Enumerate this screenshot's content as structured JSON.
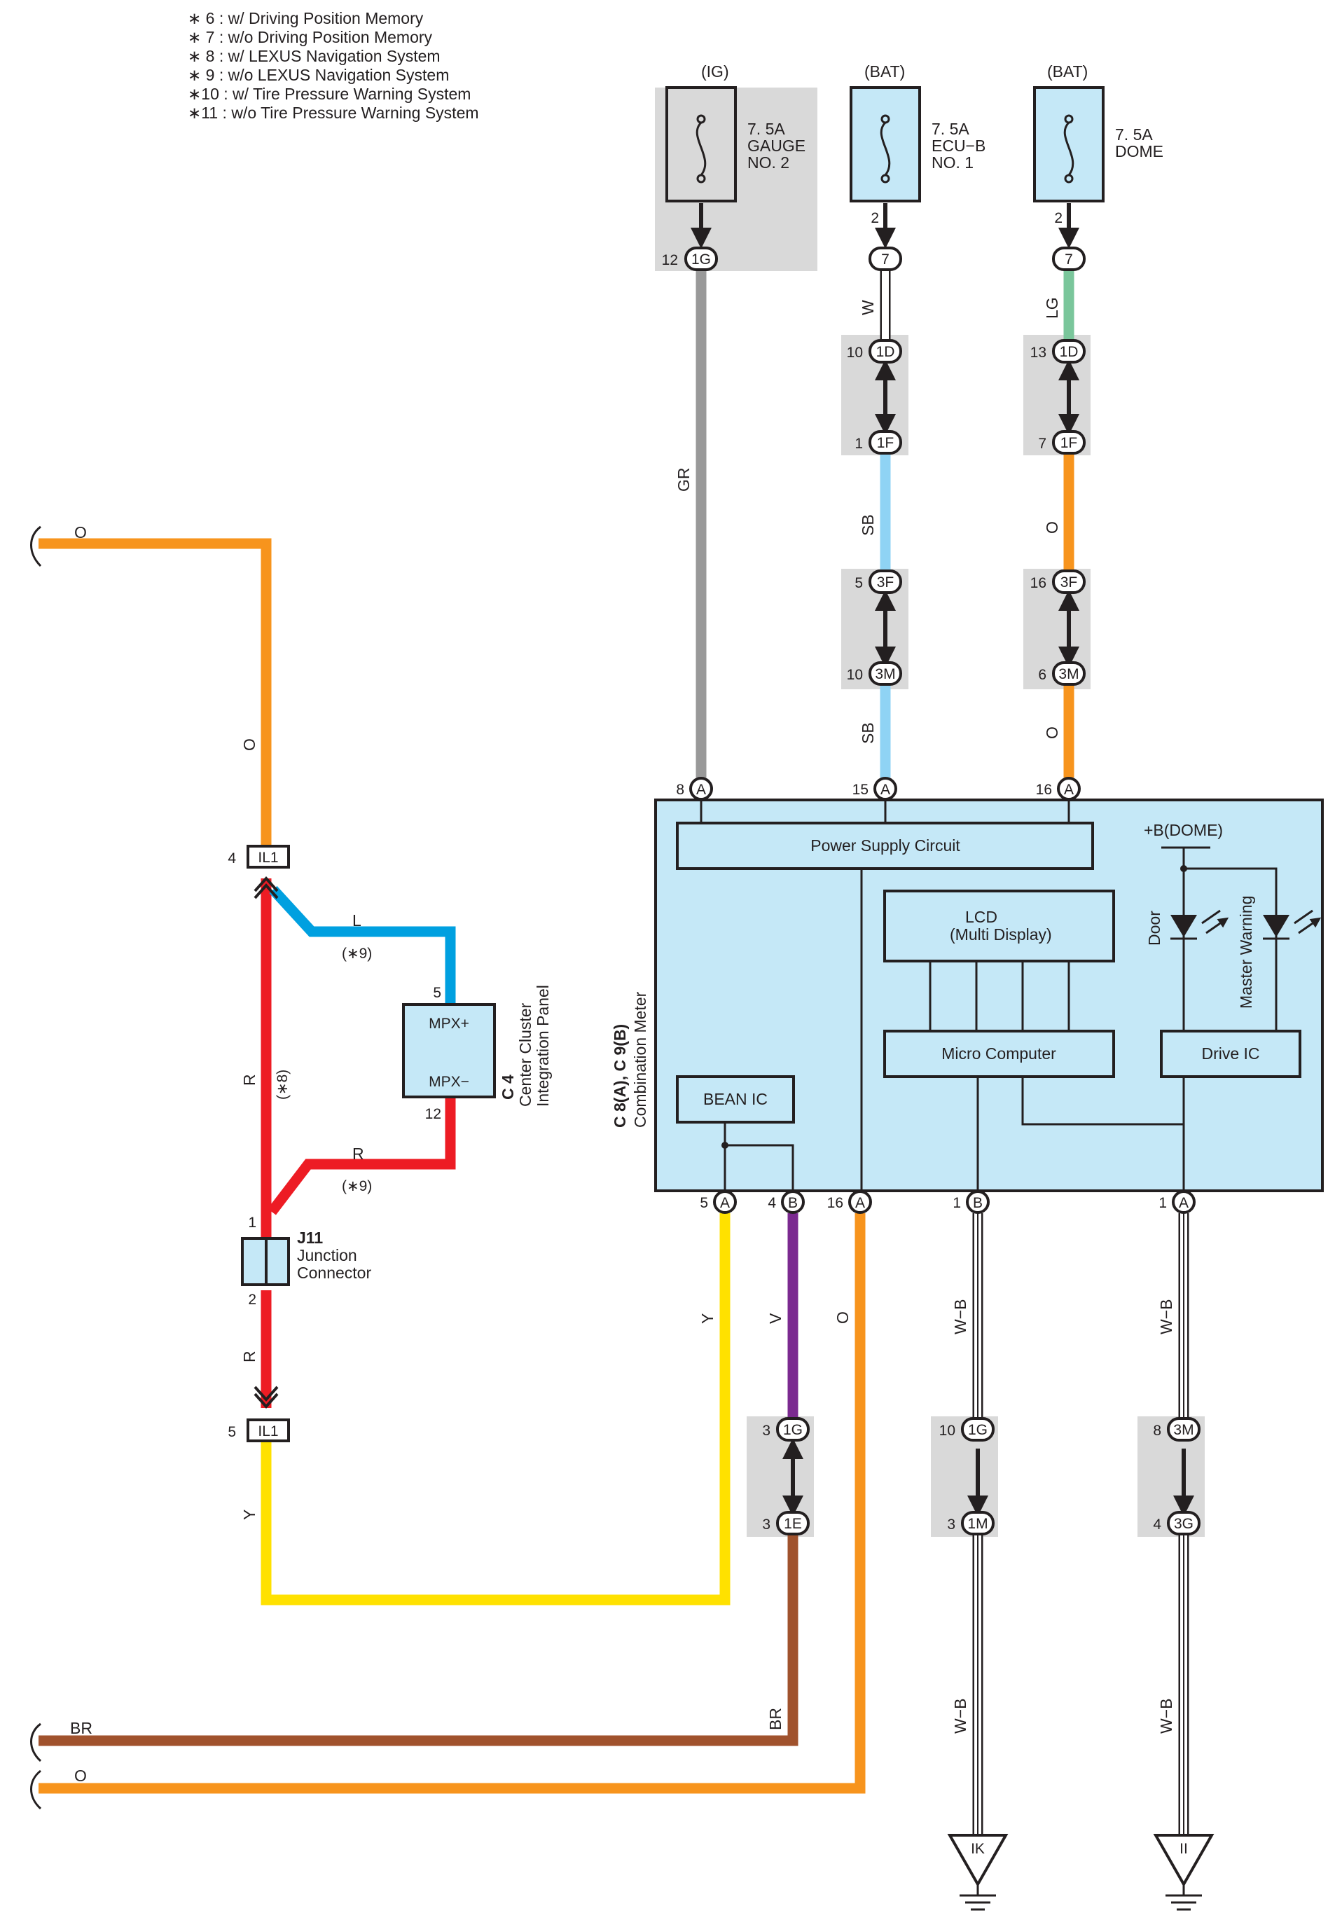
{
  "notes": [
    "∗ 6 : w/ Driving Position Memory",
    "∗ 7 : w/o Driving Position Memory",
    "∗ 8 : w/ LEXUS Navigation System",
    "∗ 9 : w/o LEXUS Navigation System",
    "∗10 : w/ Tire Pressure Warning System",
    "∗11 : w/o Tire Pressure Warning System"
  ],
  "fuses": [
    {
      "source": "(IG)",
      "rating": "7. 5A",
      "name1": "GAUGE",
      "name2": "NO. 2",
      "pin": "12",
      "connector": "1G"
    },
    {
      "source": "(BAT)",
      "rating": "7. 5A",
      "name1": "ECU−B",
      "name2": "NO. 1",
      "pin": "2",
      "connector": "7"
    },
    {
      "source": "(BAT)",
      "rating": "7. 5A",
      "name1": "DOME",
      "name2": "",
      "pin": "2",
      "connector": "7"
    }
  ],
  "wire_colors": {
    "O": "#f7941d",
    "R": "#ed1c24",
    "L": "#00a0e0",
    "Y": "#ffe100",
    "V": "#7b2a90",
    "BR": "#a0522d",
    "GR": "#999999",
    "SB": "#8fd3f4",
    "LG": "#7ac69b"
  },
  "wires": {
    "o": "O",
    "r": "R",
    "l": "L",
    "y": "Y",
    "v": "V",
    "br": "BR",
    "gr": "GR",
    "w": "W",
    "sb": "SB",
    "lg": "LG",
    "wb": "W−B"
  },
  "tags": {
    "n8": "(∗8)",
    "n9": "(∗9)"
  },
  "connectors": {
    "il1": "IL1",
    "c1d": "1D",
    "c1f": "1F",
    "c3f": "3F",
    "c3m": "3M",
    "c1g": "1G",
    "c1e": "1E",
    "c1m": "1M",
    "c3g": "3G",
    "a": "A",
    "b": "B"
  },
  "pins": {
    "il1_top": "4",
    "il1_bot": "5",
    "j11_top": "1",
    "j11_bot": "2",
    "c4_top": "5",
    "c4_bot": "12",
    "ecu_1d": "10",
    "ecu_1f": "1",
    "ecu_3f": "5",
    "ecu_3m": "10",
    "dome_1d": "13",
    "dome_1f": "7",
    "dome_3f": "16",
    "dome_3m": "6",
    "meter_top_gr": "8",
    "meter_top_sb": "15",
    "meter_top_o": "16",
    "meter_bot_y": "5",
    "meter_bot_v": "4",
    "meter_bot_o": "16",
    "meter_bot_wb1": "1",
    "meter_bot_wb2": "1",
    "v_1g": "3",
    "v_1e": "3",
    "wb_1g": "10",
    "wb_1m": "3",
    "wb_3m": "8",
    "wb_3g": "4"
  },
  "j11": {
    "code": "J11",
    "line1": "Junction",
    "line2": "Connector"
  },
  "c4": {
    "code": "C 4",
    "line1": "Center Cluster",
    "line2": "Integration Panel",
    "mpx_plus": "MPX+",
    "mpx_minus": "MPX−"
  },
  "meter": {
    "code": "C 8(A), C 9(B)",
    "name": "Combination Meter",
    "power_supply": "Power Supply Circuit",
    "dome": "+B(DOME)",
    "lcd1": "LCD",
    "lcd2": "(Multi Display)",
    "micro": "Micro Computer",
    "drive_ic": "Drive IC",
    "bean_ic": "BEAN IC",
    "door": "Door",
    "master_warning": "Master Warning"
  },
  "grounds": [
    "IK",
    "II"
  ]
}
